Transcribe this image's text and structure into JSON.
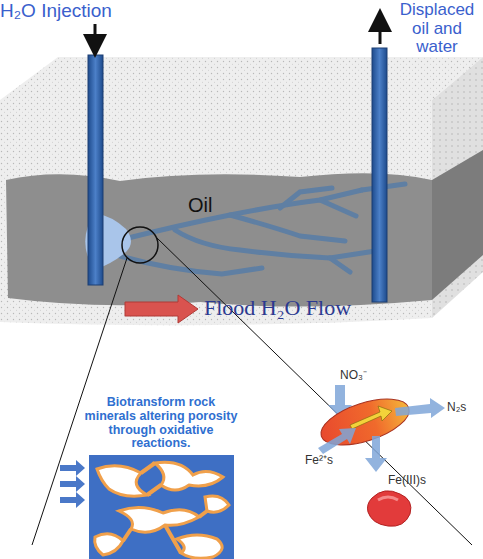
{
  "diagram": {
    "nodes": [
      {
        "text": [
          "Biotransform rock minerals altering porosity through oxidative reactions."
        ]
      }
    ],
    "labels": [
      "H₂O Injection",
      "Displaced oil and water",
      "Oil",
      "Flood H₂O Flow",
      "NO₃⁻",
      "N₂s",
      "Fe²⁺s",
      "Fe(III)s"
    ]
  }
}
